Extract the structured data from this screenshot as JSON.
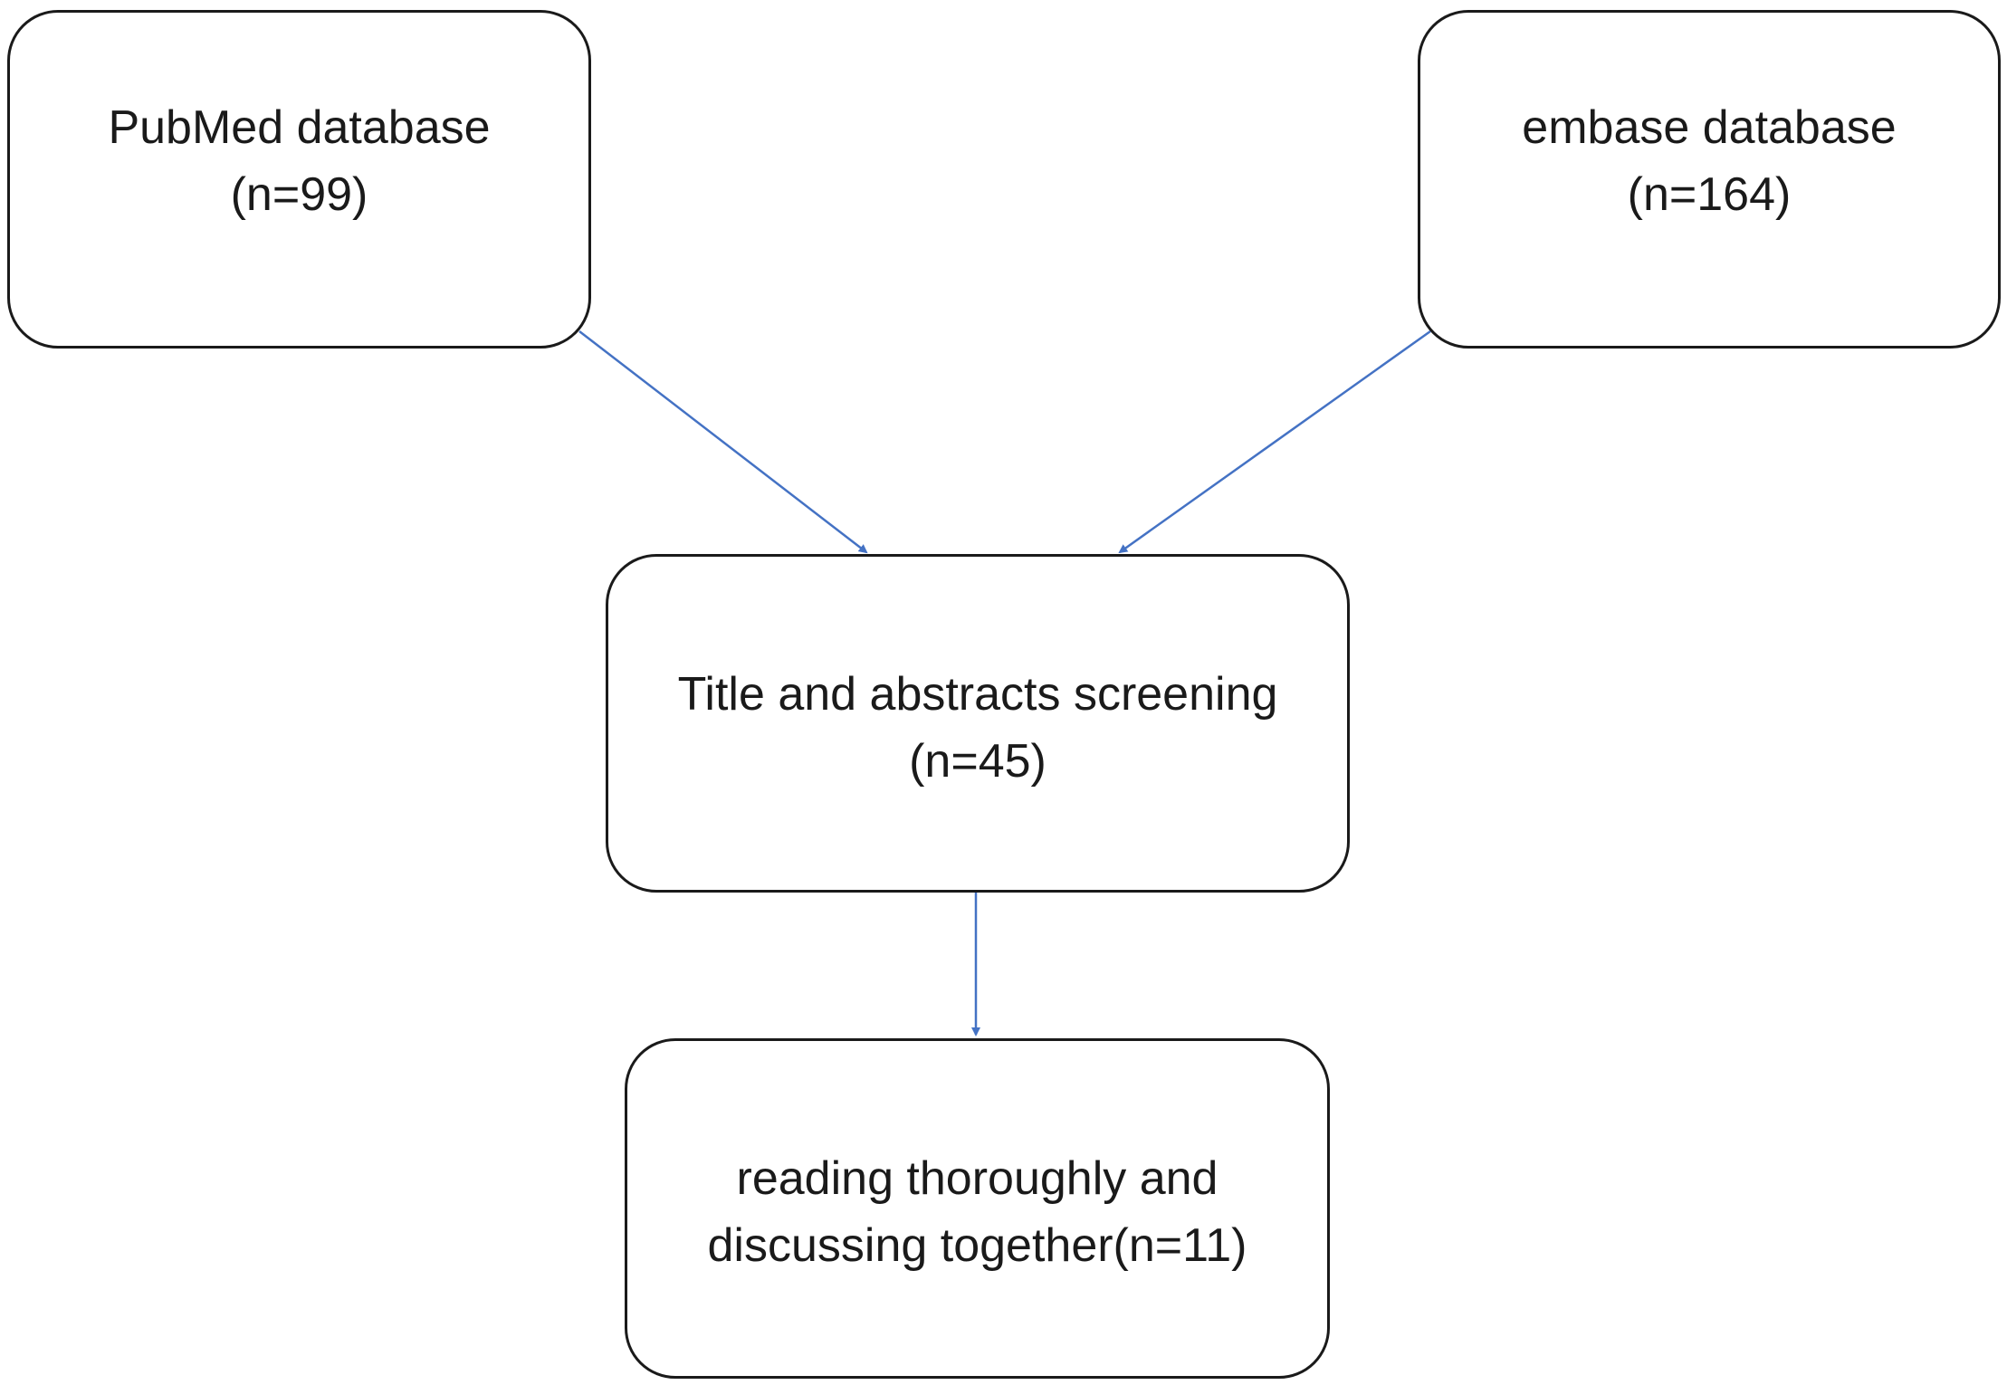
{
  "boxes": {
    "pubmed": {
      "line1": "PubMed database",
      "line2": "(n=99)"
    },
    "embase": {
      "line1": "embase database",
      "line2": "(n=164)"
    },
    "screening": {
      "line1": "Title and abstracts screening",
      "line2": "(n=45)"
    },
    "reading": {
      "line1": "reading thoroughly and",
      "line2": "discussing together(n=11)"
    }
  },
  "colors": {
    "arrow": "#4472c4",
    "border": "#1a1a1a"
  }
}
